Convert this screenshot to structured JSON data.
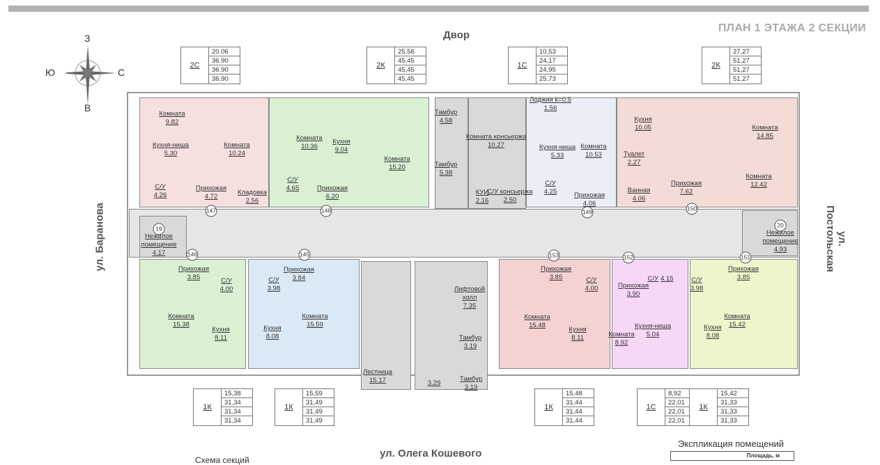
{
  "header": {
    "title": "ПЛАН 1 ЭТАЖА 2 СЕКЦИИ",
    "yard": "Двор"
  },
  "streets": {
    "left": "ул. Баранова",
    "right": "ул. Постольская",
    "bottom": "ул. Олега Кошевого"
  },
  "compass": {
    "n": "З",
    "s": "В",
    "w": "Ю",
    "e": "С"
  },
  "colors": {
    "pink": "#f6dfdf",
    "green": "#d9f0d3",
    "blue": "#d9e9f5",
    "pale": "#e9eef7",
    "salmon": "#f4dcd6",
    "rose": "#f5d2d2",
    "magenta": "#f6d7f6",
    "yellow": "#eef5cc",
    "gray": "#d9d9d9",
    "corridor": "#e6e6e6"
  },
  "rooms": [
    {
      "name": "Комната",
      "area": "9.82"
    },
    {
      "name": "Кухня-ниша",
      "area": "5.30"
    },
    {
      "name": "Комната",
      "area": "10.24"
    },
    {
      "name": "С/У",
      "area": "4.26"
    },
    {
      "name": "Прихожая",
      "area": "4.72"
    },
    {
      "name": "Кладовка",
      "area": "2.56"
    },
    {
      "name": "Комната",
      "area": "10.36"
    },
    {
      "name": "Кухня",
      "area": "9.04"
    },
    {
      "name": "Комната",
      "area": "15.20"
    },
    {
      "name": "С/У",
      "area": "4.65"
    },
    {
      "name": "Прихожая",
      "area": "6.20"
    },
    {
      "name": "Тамбур",
      "area": "4.58"
    },
    {
      "name": "Тамбур",
      "area": "5.38"
    },
    {
      "name": "Комната консьержа",
      "area": "10.27"
    },
    {
      "name": "КУИ",
      "area": "2.16"
    },
    {
      "name": "С/У консьержа",
      "area": "2.50"
    },
    {
      "name": "Лоджия k=0.5",
      "area": "1.56"
    },
    {
      "name": "Кухня-ниша",
      "area": "5.33"
    },
    {
      "name": "Комната",
      "area": "10.53"
    },
    {
      "name": "С/У",
      "area": "4.25"
    },
    {
      "name": "Прихожая",
      "area": "4.06"
    },
    {
      "name": "Кухня",
      "area": "10.05"
    },
    {
      "name": "Комната",
      "area": "14.85"
    },
    {
      "name": "Туалет",
      "area": "2.27"
    },
    {
      "name": "Прихожая",
      "area": "7.62"
    },
    {
      "name": "Комната",
      "area": "12.42"
    },
    {
      "name": "Ванная",
      "area": "4.06"
    },
    {
      "name": "Нежилое помещение",
      "area": "4.17"
    },
    {
      "name": "Нежилое помещение",
      "area": "4.93"
    },
    {
      "name": "Прихожая",
      "area": "3.85"
    },
    {
      "name": "С/У",
      "area": "4.00"
    },
    {
      "name": "Комната",
      "area": "15.38"
    },
    {
      "name": "Кухня",
      "area": "8.11"
    },
    {
      "name": "С/У",
      "area": "3.98"
    },
    {
      "name": "Прихожая",
      "area": "3.84"
    },
    {
      "name": "Кухня",
      "area": "8.08"
    },
    {
      "name": "Комната",
      "area": "15.59"
    },
    {
      "name": "Лифтовой холл",
      "area": "7.35"
    },
    {
      "name": "Тамбур",
      "area": "3.19"
    },
    {
      "name": "Лестница",
      "area": "15.17"
    },
    {
      "name": "",
      "area": "3.29"
    },
    {
      "name": "Тамбур",
      "area": "3.19"
    },
    {
      "name": "Прихожая",
      "area": "3.85"
    },
    {
      "name": "С/У",
      "area": "4.00"
    },
    {
      "name": "Комната",
      "area": "15.48"
    },
    {
      "name": "Кухня",
      "area": "8.11"
    },
    {
      "name": "С/У",
      "area": "4.15"
    },
    {
      "name": "Прихожая",
      "area": "3.90"
    },
    {
      "name": "Комната",
      "area": "8.92"
    },
    {
      "name": "Кухня-ниша",
      "area": "5.04"
    },
    {
      "name": "С/У",
      "area": "3.98"
    },
    {
      "name": "Прихожая",
      "area": "3.85"
    },
    {
      "name": "Кухня",
      "area": "8.08"
    },
    {
      "name": "Комната",
      "area": "15.42"
    }
  ],
  "markers": [
    "147",
    "148",
    "149",
    "150",
    "146",
    "145",
    "153",
    "152",
    "151",
    "19",
    "20"
  ],
  "flats": [
    {
      "type": "2С",
      "values": [
        "20.06",
        "36.90",
        "36.90",
        "36.90"
      ]
    },
    {
      "type": "2К",
      "values": [
        "25,56",
        "45,45",
        "45,45",
        "45,45"
      ]
    },
    {
      "type": "1С",
      "values": [
        "10,53",
        "24,17",
        "24,95",
        "25,73"
      ]
    },
    {
      "type": "2К",
      "values": [
        "27,27",
        "51,27",
        "51,27",
        "51,27"
      ]
    },
    {
      "type": "1К",
      "values": [
        "15,38",
        "31,34",
        "31,34",
        "31,34"
      ]
    },
    {
      "type": "1К",
      "values": [
        "15,59",
        "31,49",
        "31,49",
        "31,49"
      ]
    },
    {
      "type": "1К",
      "values": [
        "15,48",
        "31,44",
        "31,44",
        "31,44"
      ]
    },
    {
      "type": "1С",
      "values": [
        "8,92",
        "22,01",
        "22,01",
        "22,01"
      ]
    },
    {
      "type": "1К",
      "values": [
        "15,42",
        "31,33",
        "31,33",
        "31,33"
      ]
    }
  ],
  "footer": {
    "sections_scheme": "Схема секций",
    "explication_title": "Экспликация помещений",
    "explication_col": "Площадь, м"
  }
}
